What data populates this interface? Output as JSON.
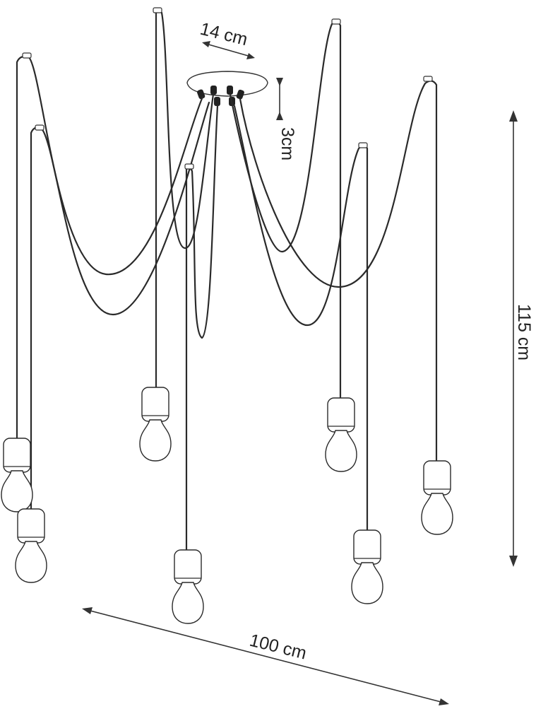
{
  "dimensions": {
    "canopy_width": "14 cm",
    "canopy_height": "3cm",
    "total_height": "115 cm",
    "total_width": "100 cm"
  },
  "pendant_count": 7,
  "colors": {
    "cable": "#2a2a2a",
    "outline": "#333333",
    "background": "#ffffff"
  }
}
